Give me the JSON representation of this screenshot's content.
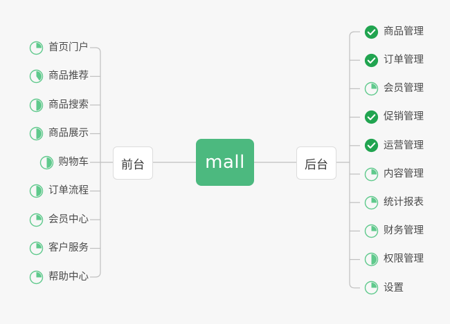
{
  "diagram": {
    "type": "mindmap",
    "title": "mall",
    "background_color": "#f7f7f7",
    "accent_color": "#4cb97f",
    "done_color": "#21a450",
    "ring_color": "#5fc98c",
    "line_color": "#bfbfbf",
    "root": {
      "label": "mall",
      "text_color": "#ffffff",
      "fill_color": "#4cb97f"
    },
    "branches": [
      {
        "id": "frontend",
        "label": "前台",
        "side": "left",
        "items": [
          {
            "label": "首页门户",
            "status": "progress",
            "percent": 25
          },
          {
            "label": "商品推荐",
            "status": "progress",
            "percent": 40
          },
          {
            "label": "商品搜索",
            "status": "progress",
            "percent": 50
          },
          {
            "label": "商品展示",
            "status": "progress",
            "percent": 50
          },
          {
            "label": "购物车",
            "status": "progress",
            "percent": 50
          },
          {
            "label": "订单流程",
            "status": "progress",
            "percent": 50
          },
          {
            "label": "会员中心",
            "status": "progress",
            "percent": 25
          },
          {
            "label": "客户服务",
            "status": "progress",
            "percent": 25
          },
          {
            "label": "帮助中心",
            "status": "progress",
            "percent": 25
          }
        ]
      },
      {
        "id": "backend",
        "label": "后台",
        "side": "right",
        "items": [
          {
            "label": "商品管理",
            "status": "done",
            "percent": 100
          },
          {
            "label": "订单管理",
            "status": "done",
            "percent": 100
          },
          {
            "label": "会员管理",
            "status": "progress",
            "percent": 25
          },
          {
            "label": "促销管理",
            "status": "done",
            "percent": 100
          },
          {
            "label": "运营管理",
            "status": "done",
            "percent": 100
          },
          {
            "label": "内容管理",
            "status": "progress",
            "percent": 25
          },
          {
            "label": "统计报表",
            "status": "progress",
            "percent": 25
          },
          {
            "label": "财务管理",
            "status": "progress",
            "percent": 25
          },
          {
            "label": "权限管理",
            "status": "progress",
            "percent": 50
          },
          {
            "label": "设置",
            "status": "progress",
            "percent": 25
          }
        ]
      }
    ]
  }
}
